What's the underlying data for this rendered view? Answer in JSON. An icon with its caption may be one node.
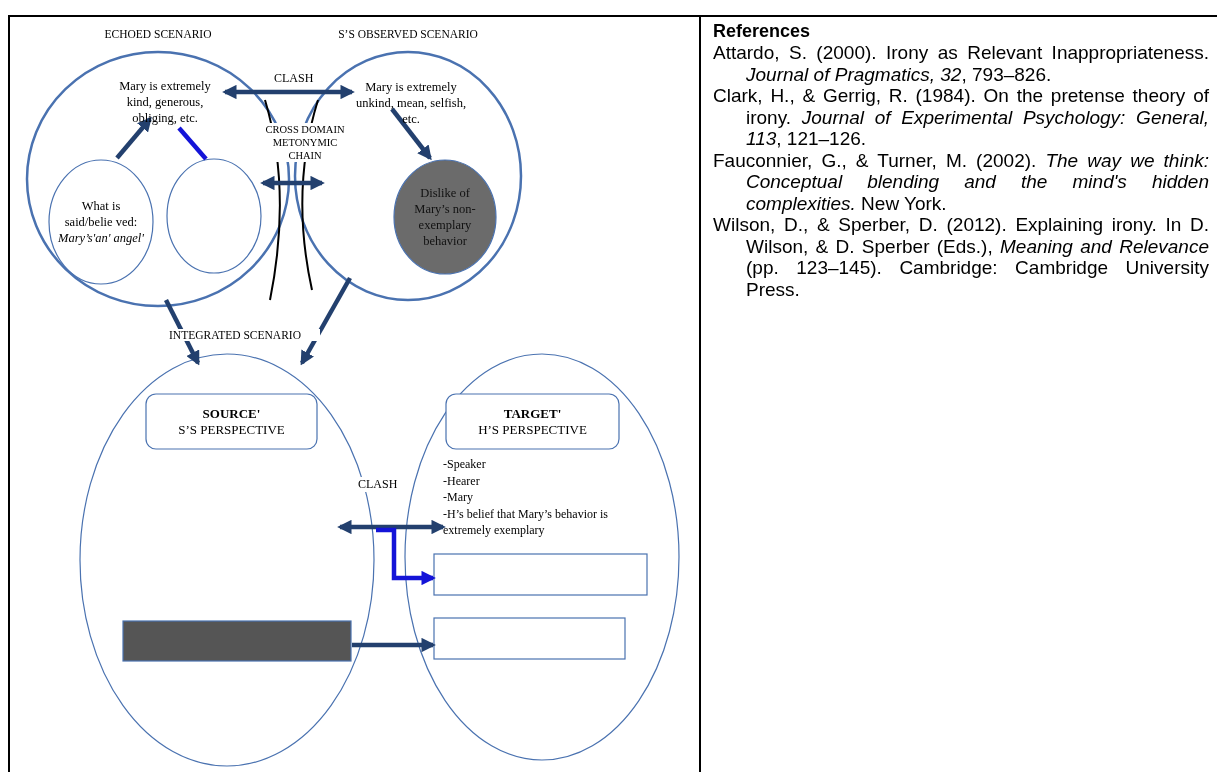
{
  "diagram": {
    "nodes": [
      {
        "text": [
          "ECHOED SCENARIO"
        ]
      },
      {
        "text": [
          "Mary is extremely kind, generous, obliging, etc."
        ],
        "in": 0
      },
      {
        "text": [
          "What is said/belie ved: *Mary’s'an' angel'*"
        ],
        "in": 0
      },
      {
        "text": [],
        "shape": "circle",
        "in": 0
      },
      {
        "text": [
          "S’S OBSERVED SCENARIO"
        ]
      },
      {
        "text": [
          "Mary is extremely unkind, mean, selfish, etc."
        ],
        "in": 4
      },
      {
        "text": [
          "Dislike of Mary’s non-exemplary behavior"
        ],
        "in": 4
      },
      {
        "text": [],
        "shape": "ellipse"
      },
      {
        "text": [
          "SOURCE'",
          "S’S PERSPECTIVE"
        ],
        "in": 7
      },
      {
        "text": [],
        "shape": "bar",
        "in": 7
      },
      {
        "text": [],
        "shape": "ellipse"
      },
      {
        "text": [
          "TARGET'",
          "H’S PERSPECTIVE"
        ],
        "in": 10
      },
      {
        "text": [
          "-Speaker",
          "-Hearer",
          "-Mary",
          "-H’s belief that Mary’s behavior is extremely exemplary"
        ],
        "in": 10
      },
      {
        "text": [],
        "shape": "box",
        "in": 10
      },
      {
        "text": [],
        "shape": "box",
        "in": 10
      }
    ],
    "edges": [
      {
        "from": 1,
        "to": 5,
        "arrow": "both",
        "label": "CLASH"
      },
      {
        "from": 2,
        "to": 1,
        "arrow": "to"
      },
      {
        "from": 3,
        "to": 1,
        "arrow": "none",
        "color": "#1414d8"
      },
      {
        "from": 3,
        "to": 4,
        "arrow": "both"
      },
      {
        "from": 5,
        "to": 6,
        "arrow": "to"
      },
      {
        "from": 0,
        "to": 7,
        "arrow": "to"
      },
      {
        "from": 4,
        "to": 7,
        "arrow": "to"
      },
      {
        "from": 7,
        "to": 12,
        "arrow": "both",
        "label": "CLASH"
      },
      {
        "from": 7,
        "to": 13,
        "arrow": "to",
        "color": "#1414d8"
      },
      {
        "from": 9,
        "to": 14,
        "arrow": "to"
      }
    ],
    "labels": [
      "CROSS DOMAIN METONYMIC CHAIN",
      "INTEGRATED SCENARIO",
      "References",
      "Attardo, S. (2000). Irony as Relevant Inappropriateness. *Journal of Pragmatics, 32*, 793–826.",
      "Clark, H., & Gerrig, R. (1984). On the pretense theory of irony. *Journal of Experimental Psychology: General, 113*, 121–126.",
      "Fauconnier, G., & Turner, M. (2002). *The way we think: Conceptual blending and the mind's hidden complexities.* New York.",
      "Wilson, D., & Sperber, D. (2012). Explaining irony. In D. Wilson, & D. Sperber (Eds.), *Meaning and Relevance* (pp. 123–145). Cambridge: Cambridge University Press."
    ]
  }
}
